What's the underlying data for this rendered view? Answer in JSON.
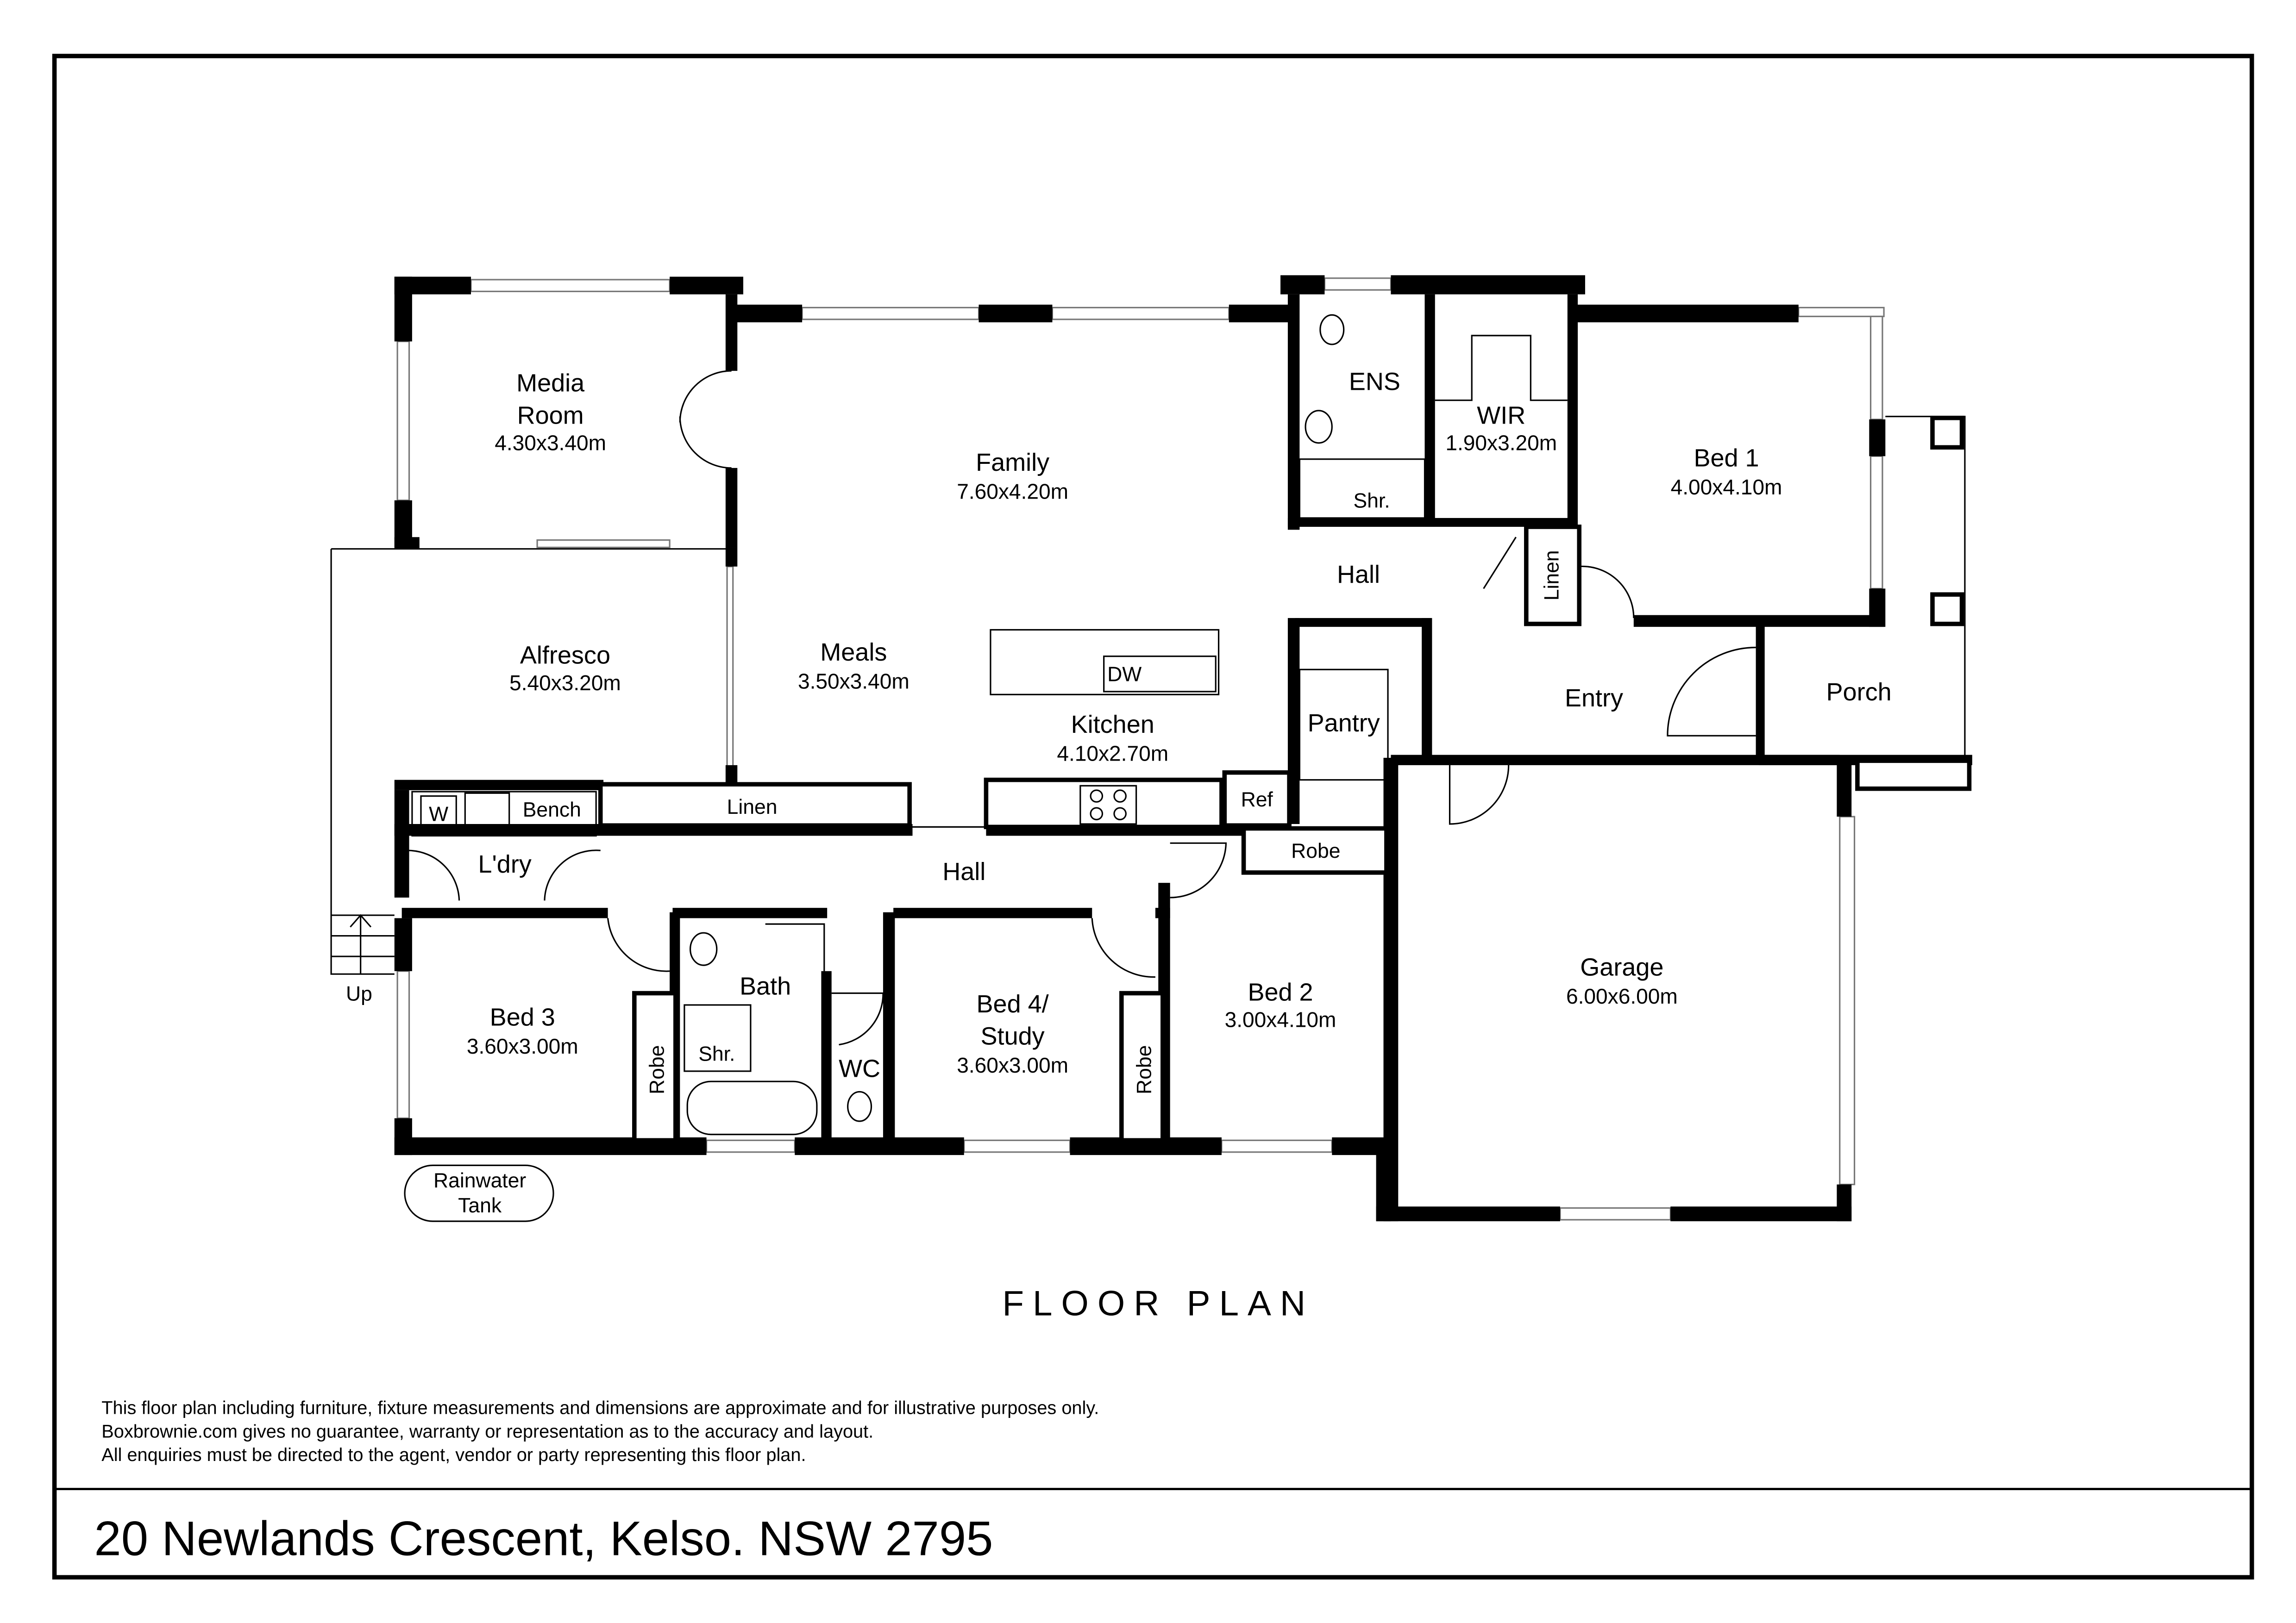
{
  "title": "FLOOR PLAN",
  "address": "20 Newlands Crescent, Kelso. NSW 2795",
  "disclaimer": [
    "This floor plan including furniture, fixture measurements and dimensions are approximate and for illustrative purposes only.",
    "Boxbrownie.com gives no guarantee, warranty or representation as to the accuracy and layout.",
    "All enquiries must be directed to the agent, vendor or party representing this floor plan."
  ],
  "rooms": {
    "media": {
      "name1": "Media",
      "name2": "Room",
      "dims": "4.30x3.40m"
    },
    "family": {
      "name": "Family",
      "dims": "7.60x4.20m"
    },
    "ens": {
      "name": "ENS"
    },
    "wir": {
      "name": "WIR",
      "dims": "1.90x3.20m"
    },
    "bed1": {
      "name": "Bed 1",
      "dims": "4.00x4.10m"
    },
    "alfresco": {
      "name": "Alfresco",
      "dims": "5.40x3.20m"
    },
    "meals": {
      "name": "Meals",
      "dims": "3.50x3.40m"
    },
    "kitchen": {
      "name": "Kitchen",
      "dims": "4.10x2.70m"
    },
    "hall_top": {
      "name": "Hall"
    },
    "linen_top": {
      "name": "Linen"
    },
    "entry": {
      "name": "Entry"
    },
    "porch": {
      "name": "Porch"
    },
    "pantry": {
      "name": "Pantry"
    },
    "ref": {
      "name": "Ref"
    },
    "dw": {
      "name": "DW"
    },
    "shr_ens": {
      "name": "Shr."
    },
    "bench": {
      "name": "Bench"
    },
    "w": {
      "name": "W"
    },
    "linen_hall": {
      "name": "Linen"
    },
    "laundry": {
      "name": "L'dry"
    },
    "hall": {
      "name": "Hall"
    },
    "robe_bed2": {
      "name": "Robe"
    },
    "bed3": {
      "name": "Bed 3",
      "dims": "3.60x3.00m"
    },
    "robe_bed3": {
      "name": "Robe"
    },
    "bath": {
      "name": "Bath"
    },
    "shr_bath": {
      "name": "Shr."
    },
    "wc": {
      "name": "WC"
    },
    "bed4": {
      "name1": "Bed 4/",
      "name2": "Study",
      "dims": "3.60x3.00m"
    },
    "robe_bed4": {
      "name": "Robe"
    },
    "bed2": {
      "name": "Bed 2",
      "dims": "3.00x4.10m"
    },
    "garage": {
      "name": "Garage",
      "dims": "6.00x6.00m"
    },
    "up": {
      "name": "Up"
    },
    "tank": {
      "name1": "Rainwater",
      "name2": "Tank"
    }
  }
}
